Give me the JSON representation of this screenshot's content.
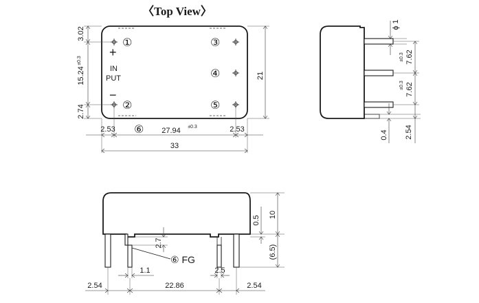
{
  "title": "〈Top View〉",
  "pins": {
    "p1": "①",
    "p2": "②",
    "p3": "③",
    "p4": "④",
    "p5": "⑤",
    "p6": "⑥"
  },
  "labels": {
    "plus": "+",
    "minus": "−",
    "input_line1": "IN",
    "input_line2": "PUT",
    "fg_label": "⑥ FG"
  },
  "dims": {
    "d_302": "3.02",
    "d_1524": "15.24",
    "d_274": "2.74",
    "tol_03": "±0.3",
    "d_21": "21",
    "d_253_left": "2.53",
    "d_2794": "27.94",
    "d_253_right": "2.53",
    "d_33": "33",
    "phi1": "ϕ 1",
    "d_762_a": "7.62",
    "d_762_b": "7.62",
    "d_04": "0.4",
    "d_254_side": "2.54",
    "d_05": "0.5",
    "d_10": "10",
    "d_65": "(6.5)",
    "d_27": "2.7",
    "d_11": "1.1",
    "d_25": "2.5",
    "d_254_left": "2.54",
    "d_2286": "22.86",
    "d_254_right": "2.54"
  }
}
